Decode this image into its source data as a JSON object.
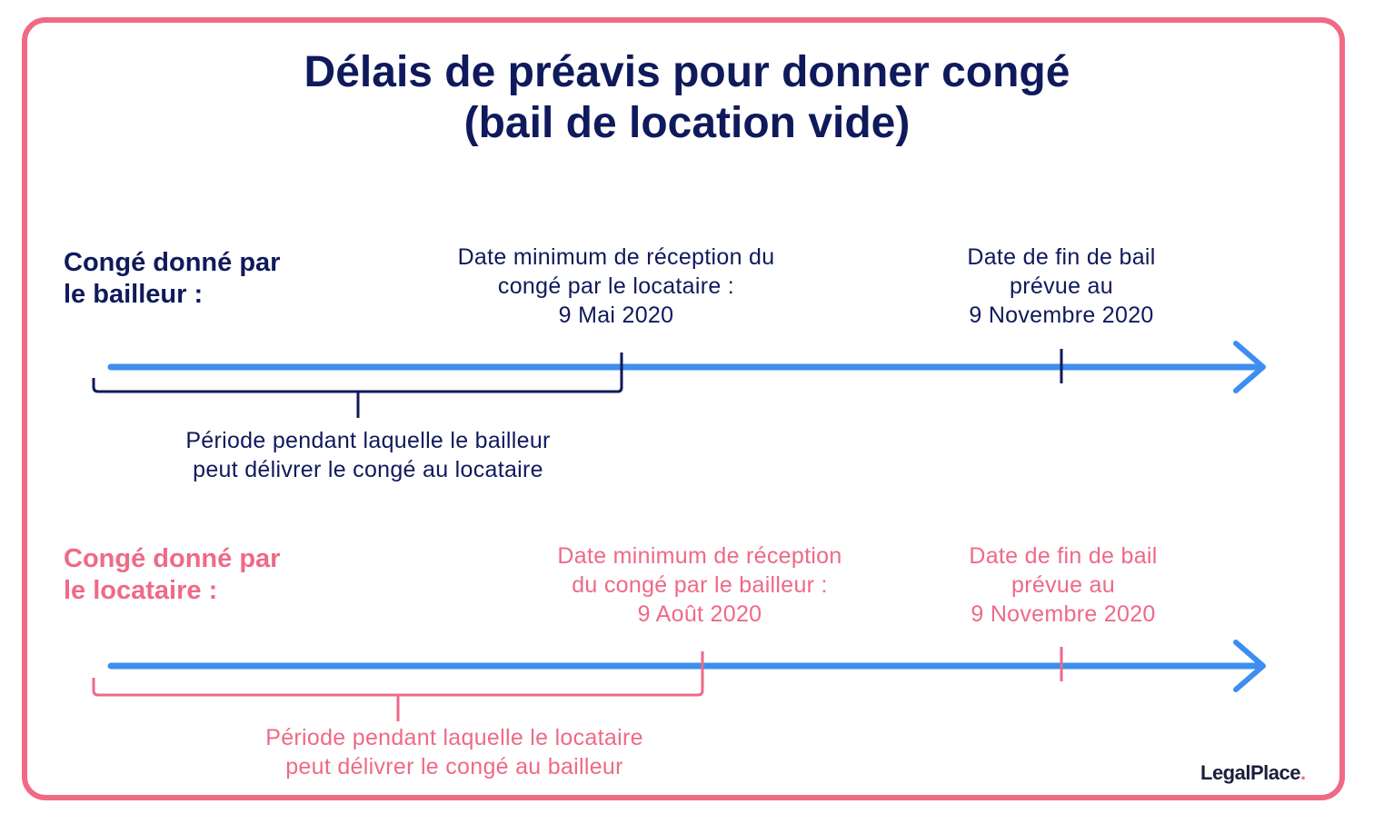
{
  "title": {
    "line1": "Délais de préavis pour donner congé",
    "line2": "(bail de location vide)"
  },
  "timelines": [
    {
      "label_line1": "Congé donné par",
      "label_line2": "le bailleur :",
      "color": "#0f1a5c",
      "min_date_annotation": {
        "line1": "Date minimum de réception du",
        "line2": "congé par le locataire :",
        "line3": "9 Mai 2020"
      },
      "end_date_annotation": {
        "line1": "Date de fin de bail",
        "line2": "prévue au",
        "line3": "9 Novembre 2020"
      },
      "period_annotation": {
        "line1": "Période pendant laquelle le bailleur",
        "line2": "peut délivrer le congé au locataire"
      }
    },
    {
      "label_line1": "Congé donné par",
      "label_line2": "le locataire :",
      "color": "#ee6a87",
      "min_date_annotation": {
        "line1": "Date minimum de réception",
        "line2": "du congé par le bailleur :",
        "line3": "9 Août 2020"
      },
      "end_date_annotation": {
        "line1": "Date de fin de bail",
        "line2": "prévue au",
        "line3": "9 Novembre 2020"
      },
      "period_annotation": {
        "line1": "Période pendant laquelle le locataire",
        "line2": "peut délivrer le congé au bailleur"
      }
    }
  ],
  "colors": {
    "frame": "#f06a86",
    "arrow": "#3d8ef0",
    "navy": "#0f1a5c",
    "pink": "#ee6a87"
  },
  "logo": {
    "text": "LegalPlace",
    "dot": "."
  }
}
